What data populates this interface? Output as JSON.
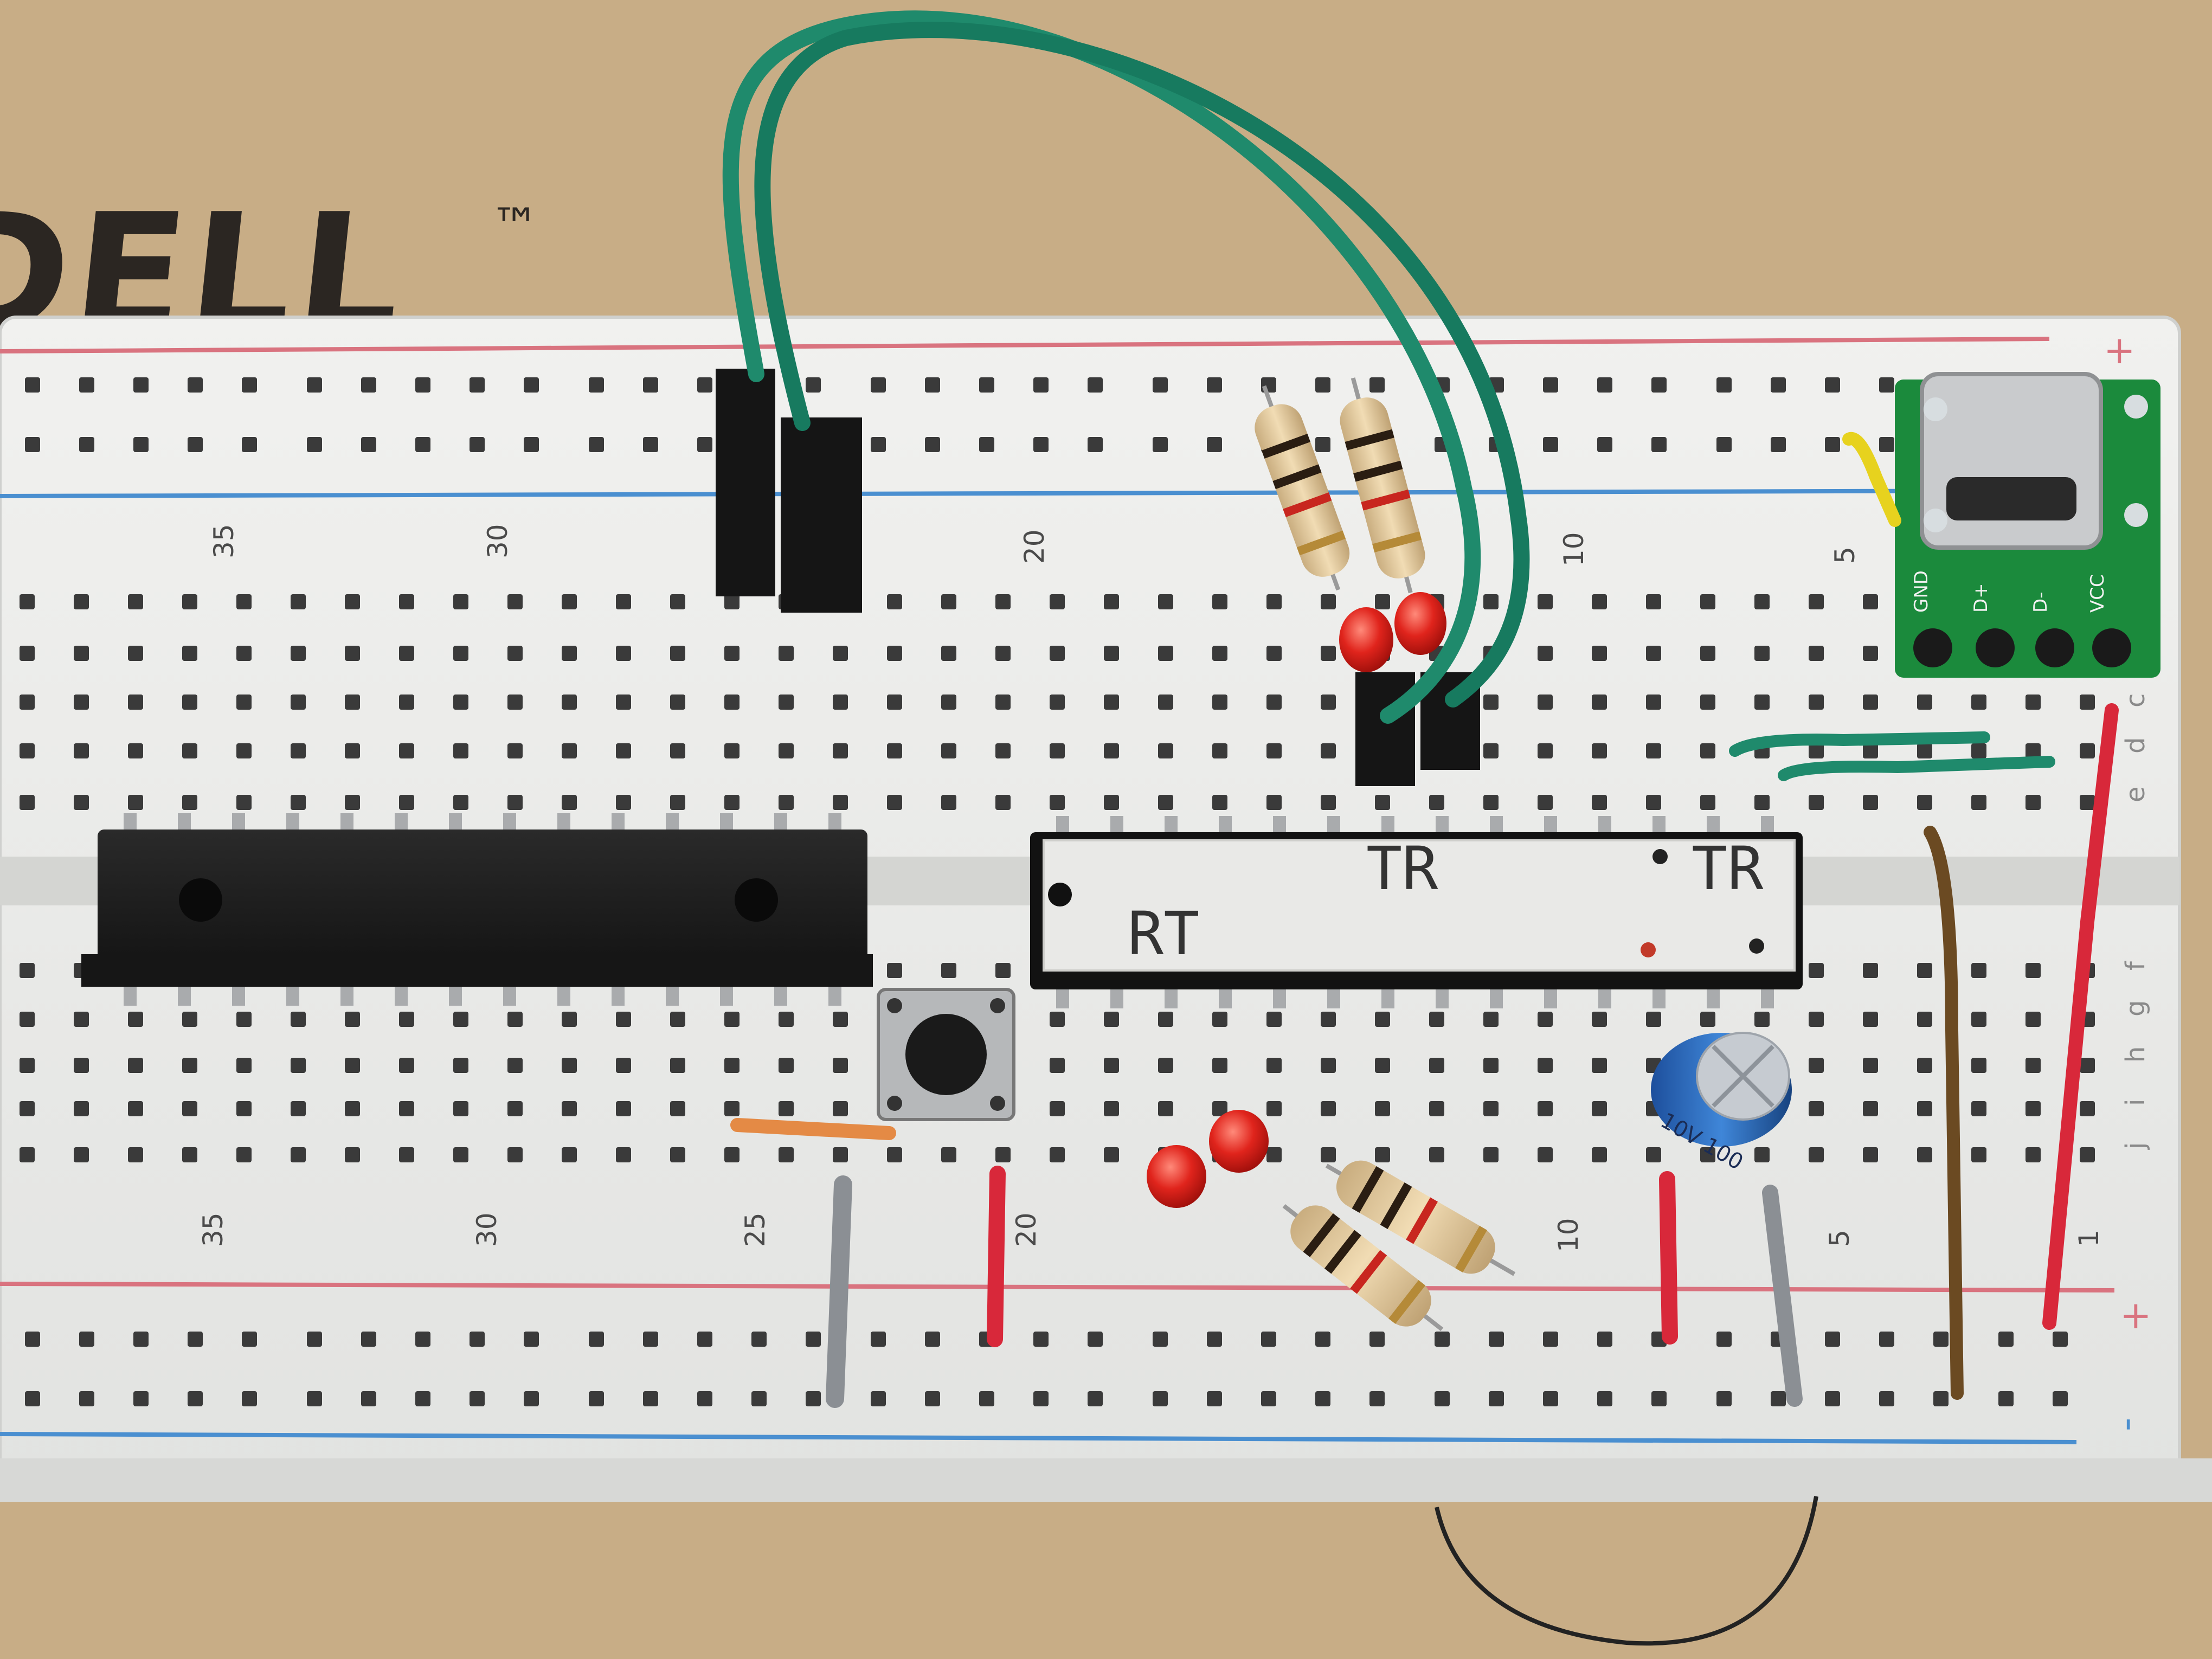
{
  "background": {
    "logo": "DELL",
    "trademark": "™",
    "surface_color": "#c8ad86"
  },
  "breadboard": {
    "top_column_numbers": [
      "35",
      "30",
      "20",
      "10",
      "5"
    ],
    "bottom_column_numbers": [
      "35",
      "30",
      "25",
      "20",
      "10",
      "5",
      "1"
    ],
    "row_labels_top": [
      "c",
      "d",
      "e"
    ],
    "row_labels_bottom": [
      "f",
      "g",
      "h",
      "i",
      "j"
    ],
    "rail_plus_top": "+",
    "rail_plus_bottom": "+",
    "rail_minus_bottom": "-",
    "rail_colors": {
      "positive": "#d9737f",
      "negative": "#4a8fd0"
    }
  },
  "chips": {
    "left_chip_color": "#1a1a1a",
    "right_chip_labels": [
      "TR",
      "RT",
      "TR"
    ]
  },
  "usb_module": {
    "pin_labels": [
      "GND",
      "D+",
      "D-",
      "VCC"
    ],
    "board_color": "#1b8a3c"
  },
  "capacitor": {
    "label": "10V 100"
  },
  "wire_colors": {
    "jumper": "#1f8a6c",
    "red": "#d8283a",
    "grey": "#8b8f94",
    "brown": "#6b4a22",
    "yellow": "#e7d21e",
    "orange": "#e48a45"
  }
}
